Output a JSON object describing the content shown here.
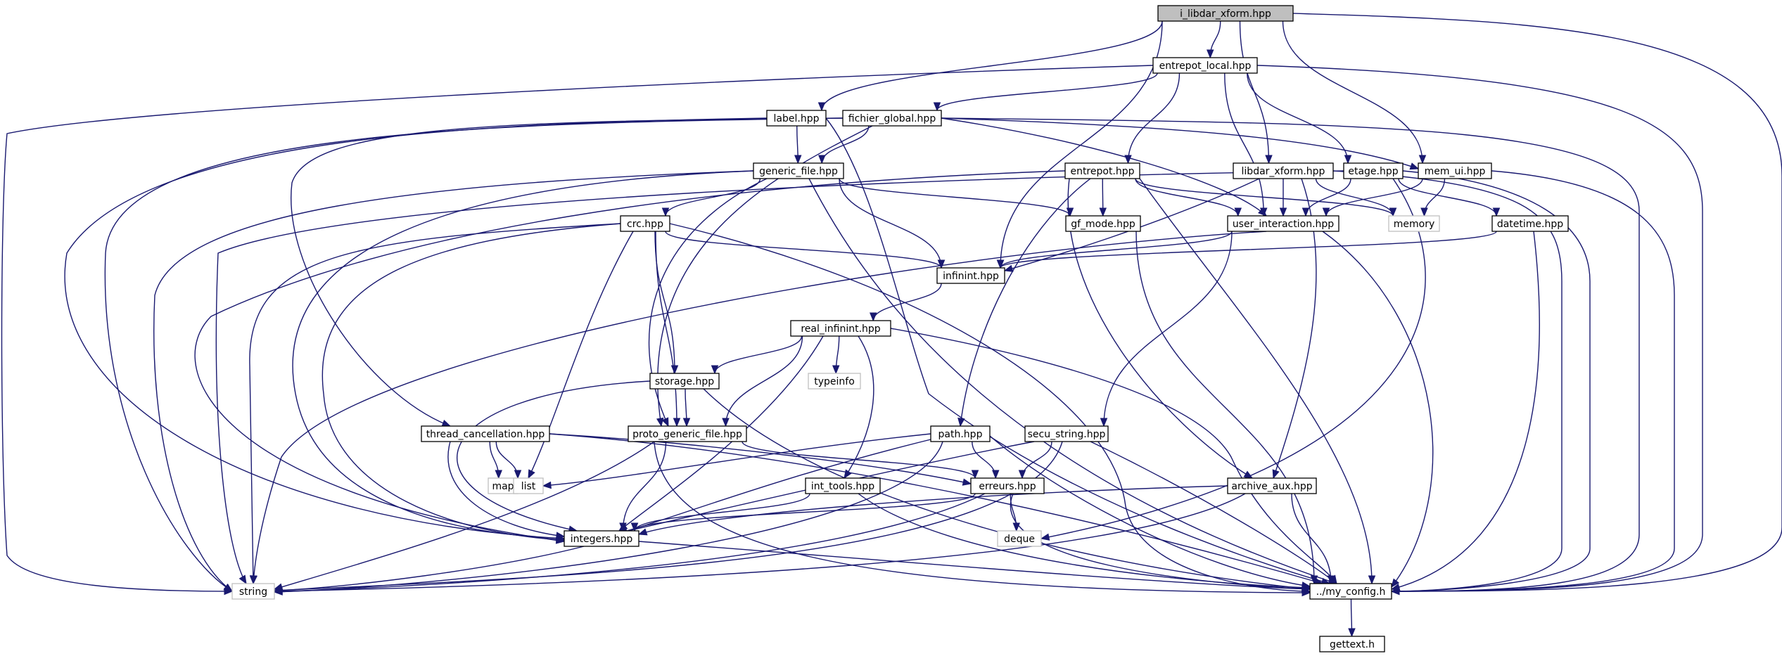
{
  "colors": {
    "edge": "#191970",
    "box_border": "#000000",
    "plain_border": "#bfbfbf",
    "root_fill": "#bfbfbf"
  },
  "nodes": [
    {
      "id": "i_libdar_xform",
      "label": "i_libdar_xform.hpp",
      "kind": "root"
    },
    {
      "id": "entrepot_local",
      "label": "entrepot_local.hpp",
      "kind": "boxed"
    },
    {
      "id": "label",
      "label": "label.hpp",
      "kind": "boxed"
    },
    {
      "id": "fichier_global",
      "label": "fichier_global.hpp",
      "kind": "boxed"
    },
    {
      "id": "generic_file",
      "label": "generic_file.hpp",
      "kind": "boxed"
    },
    {
      "id": "entrepot",
      "label": "entrepot.hpp",
      "kind": "boxed"
    },
    {
      "id": "libdar_xform",
      "label": "libdar_xform.hpp",
      "kind": "boxed"
    },
    {
      "id": "etage",
      "label": "etage.hpp",
      "kind": "boxed"
    },
    {
      "id": "mem_ui",
      "label": "mem_ui.hpp",
      "kind": "boxed"
    },
    {
      "id": "crc",
      "label": "crc.hpp",
      "kind": "boxed"
    },
    {
      "id": "gf_mode",
      "label": "gf_mode.hpp",
      "kind": "boxed"
    },
    {
      "id": "user_interaction",
      "label": "user_interaction.hpp",
      "kind": "boxed"
    },
    {
      "id": "memory",
      "label": "memory",
      "kind": "plain"
    },
    {
      "id": "datetime",
      "label": "datetime.hpp",
      "kind": "boxed"
    },
    {
      "id": "infinint",
      "label": "infinint.hpp",
      "kind": "boxed"
    },
    {
      "id": "real_infinint",
      "label": "real_infinint.hpp",
      "kind": "boxed"
    },
    {
      "id": "typeinfo",
      "label": "typeinfo",
      "kind": "plain"
    },
    {
      "id": "storage",
      "label": "storage.hpp",
      "kind": "boxed"
    },
    {
      "id": "thread_cancellation",
      "label": "thread_cancellation.hpp",
      "kind": "boxed"
    },
    {
      "id": "proto_generic_file",
      "label": "proto_generic_file.hpp",
      "kind": "boxed"
    },
    {
      "id": "path",
      "label": "path.hpp",
      "kind": "boxed"
    },
    {
      "id": "secu_string",
      "label": "secu_string.hpp",
      "kind": "boxed"
    },
    {
      "id": "map",
      "label": "map",
      "kind": "plain"
    },
    {
      "id": "list",
      "label": "list",
      "kind": "plain"
    },
    {
      "id": "int_tools",
      "label": "int_tools.hpp",
      "kind": "boxed"
    },
    {
      "id": "erreurs",
      "label": "erreurs.hpp",
      "kind": "boxed"
    },
    {
      "id": "archive_aux",
      "label": "archive_aux.hpp",
      "kind": "boxed"
    },
    {
      "id": "deque",
      "label": "deque",
      "kind": "plain"
    },
    {
      "id": "integers",
      "label": "integers.hpp",
      "kind": "boxed"
    },
    {
      "id": "string",
      "label": "string",
      "kind": "plain"
    },
    {
      "id": "my_config",
      "label": "../my_config.h",
      "kind": "boxed"
    },
    {
      "id": "gettext",
      "label": "gettext.h",
      "kind": "boxed"
    }
  ],
  "edges": [
    [
      "i_libdar_xform",
      "entrepot_local"
    ],
    [
      "i_libdar_xform",
      "label"
    ],
    [
      "i_libdar_xform",
      "libdar_xform"
    ],
    [
      "i_libdar_xform",
      "mem_ui"
    ],
    [
      "i_libdar_xform",
      "infinint"
    ],
    [
      "i_libdar_xform",
      "my_config"
    ],
    [
      "entrepot_local",
      "fichier_global"
    ],
    [
      "entrepot_local",
      "entrepot"
    ],
    [
      "entrepot_local",
      "etage"
    ],
    [
      "entrepot_local",
      "user_interaction"
    ],
    [
      "entrepot_local",
      "string"
    ],
    [
      "entrepot_local",
      "my_config"
    ],
    [
      "label",
      "generic_file"
    ],
    [
      "label",
      "integers"
    ],
    [
      "label",
      "my_config"
    ],
    [
      "fichier_global",
      "generic_file"
    ],
    [
      "fichier_global",
      "user_interaction"
    ],
    [
      "fichier_global",
      "mem_ui"
    ],
    [
      "fichier_global",
      "thread_cancellation"
    ],
    [
      "fichier_global",
      "string"
    ],
    [
      "fichier_global",
      "proto_generic_file"
    ],
    [
      "fichier_global",
      "my_config"
    ],
    [
      "generic_file",
      "crc"
    ],
    [
      "generic_file",
      "gf_mode"
    ],
    [
      "generic_file",
      "infinint"
    ],
    [
      "generic_file",
      "proto_generic_file"
    ],
    [
      "generic_file",
      "integers"
    ],
    [
      "generic_file",
      "string"
    ],
    [
      "generic_file",
      "my_config"
    ],
    [
      "entrepot",
      "gf_mode"
    ],
    [
      "entrepot",
      "user_interaction"
    ],
    [
      "entrepot",
      "memory"
    ],
    [
      "entrepot",
      "path"
    ],
    [
      "entrepot",
      "archive_aux"
    ],
    [
      "entrepot",
      "integers"
    ],
    [
      "entrepot",
      "my_config"
    ],
    [
      "libdar_xform",
      "user_interaction"
    ],
    [
      "libdar_xform",
      "memory"
    ],
    [
      "libdar_xform",
      "archive_aux"
    ],
    [
      "libdar_xform",
      "infinint"
    ],
    [
      "libdar_xform",
      "my_config"
    ],
    [
      "etage",
      "user_interaction"
    ],
    [
      "etage",
      "datetime"
    ],
    [
      "etage",
      "deque"
    ],
    [
      "etage",
      "string"
    ],
    [
      "etage",
      "my_config"
    ],
    [
      "mem_ui",
      "user_interaction"
    ],
    [
      "mem_ui",
      "memory"
    ],
    [
      "mem_ui",
      "my_config"
    ],
    [
      "crc",
      "infinint"
    ],
    [
      "crc",
      "storage"
    ],
    [
      "crc",
      "proto_generic_file"
    ],
    [
      "crc",
      "list"
    ],
    [
      "crc",
      "integers"
    ],
    [
      "crc",
      "string"
    ],
    [
      "crc",
      "my_config"
    ],
    [
      "gf_mode",
      "my_config"
    ],
    [
      "user_interaction",
      "infinint"
    ],
    [
      "user_interaction",
      "secu_string"
    ],
    [
      "user_interaction",
      "string"
    ],
    [
      "user_interaction",
      "my_config"
    ],
    [
      "datetime",
      "infinint"
    ],
    [
      "datetime",
      "my_config"
    ],
    [
      "infinint",
      "real_infinint"
    ],
    [
      "real_infinint",
      "storage"
    ],
    [
      "real_infinint",
      "typeinfo"
    ],
    [
      "real_infinint",
      "proto_generic_file"
    ],
    [
      "real_infinint",
      "int_tools"
    ],
    [
      "real_infinint",
      "integers"
    ],
    [
      "real_infinint",
      "my_config"
    ],
    [
      "storage",
      "proto_generic_file"
    ],
    [
      "storage",
      "integers"
    ],
    [
      "storage",
      "my_config"
    ],
    [
      "thread_cancellation",
      "map"
    ],
    [
      "thread_cancellation",
      "list"
    ],
    [
      "thread_cancellation",
      "integers"
    ],
    [
      "thread_cancellation",
      "erreurs"
    ],
    [
      "thread_cancellation",
      "my_config"
    ],
    [
      "proto_generic_file",
      "erreurs"
    ],
    [
      "proto_generic_file",
      "integers"
    ],
    [
      "proto_generic_file",
      "string"
    ],
    [
      "proto_generic_file",
      "my_config"
    ],
    [
      "path",
      "erreurs"
    ],
    [
      "path",
      "list"
    ],
    [
      "path",
      "integers"
    ],
    [
      "path",
      "string"
    ],
    [
      "path",
      "my_config"
    ],
    [
      "secu_string",
      "erreurs"
    ],
    [
      "secu_string",
      "integers"
    ],
    [
      "secu_string",
      "string"
    ],
    [
      "secu_string",
      "my_config"
    ],
    [
      "int_tools",
      "integers"
    ],
    [
      "int_tools",
      "my_config"
    ],
    [
      "erreurs",
      "deque"
    ],
    [
      "erreurs",
      "integers"
    ],
    [
      "erreurs",
      "string"
    ],
    [
      "erreurs",
      "my_config"
    ],
    [
      "archive_aux",
      "integers"
    ],
    [
      "archive_aux",
      "string"
    ],
    [
      "archive_aux",
      "my_config"
    ],
    [
      "integers",
      "string"
    ],
    [
      "integers",
      "my_config"
    ],
    [
      "my_config",
      "gettext"
    ]
  ]
}
